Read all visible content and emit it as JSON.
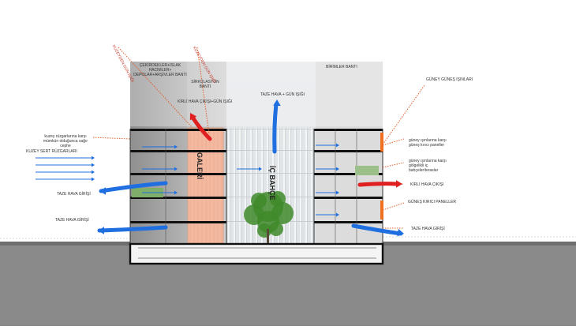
{
  "labels": {
    "band_storage": "ÇEKİRDEKLER+ISLAK HACİMLER+ DEPOLAR+ARŞİVLER BANTI",
    "band_circulation": "SİRKÜLASYON BANTI",
    "band_units": "BİRİMLER BANTI",
    "north_sun": "KUZEYDEN GÜN IŞIĞI",
    "north_sun_2": "KUZEYDEN GÜN IŞIĞI",
    "dirty_sun": "KİRLİ HAVA ÇIKIŞI+GÜN IŞIĞI",
    "fresh_sun": "TAZE HAVA + GÜN IŞIĞI",
    "south_sun": "GÜNEY GÜNEŞ IŞINLARI",
    "north_wind_note": "kuzey rüzgarlarına karşı mümkün olduğunca sağır cephe",
    "north_harsh_wind": "KUZEY SERT RÜZGARLARI",
    "fresh_in_1": "TAZE HAVA GİRİŞİ",
    "fresh_in_2": "TAZE HAVA GİRİŞİ",
    "south_sun_panels": "güney ışınlarına karşı güneş kırıcı paneller",
    "south_shaded_gardens": "güney ışınlarına karşı gölgelikli iç bahçeler/teraslar",
    "dirty_out": "KİRLİ HAVA ÇIKIŞI",
    "sun_breaker_panels": "GÜNEŞ KIRICI PANELLER",
    "fresh_in_3": "TAZE HAVA GİRİŞİ",
    "gallery": "GALERİ",
    "courtyard": "İÇ BAHÇE"
  },
  "colors": {
    "gallery_fill": "#f3b9a0",
    "arrow_blue": "#1f6fe0",
    "arrow_red": "#e02020",
    "leader_orange": "#e0602a",
    "sun_panel": "#f07020",
    "tree_green": "#3f8a2a"
  }
}
